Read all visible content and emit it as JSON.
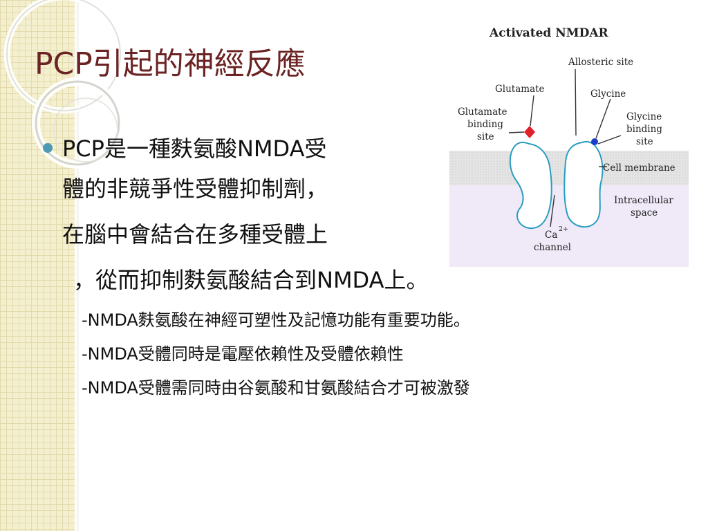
{
  "slide": {
    "title": "PCP引起的神經反應",
    "bullet": {
      "line1": "PCP是一種麩氨酸NMDA受",
      "line2": "體的非競爭性受體抑制劑，",
      "line3": "在腦中會結合在多種受體上",
      "line4": "，從而抑制麩氨酸結合到NMDA上。"
    },
    "sub_items": [
      "-NMDA麩氨酸在神經可塑性及記憶功能有重要功能。",
      "-NMDA受體同時是電壓依賴性及受體依賴性",
      "-NMDA受體需同時由谷氨酸和甘氨酸結合才可被激發"
    ]
  },
  "diagram": {
    "title": "Activated NMDAR",
    "labels": {
      "allosteric_site": "Allosteric site",
      "glutamate": "Glutamate",
      "glycine": "Glycine",
      "glutamate_binding_1": "Glutamate",
      "glutamate_binding_2": "binding",
      "glutamate_binding_3": "site",
      "glycine_binding_1": "Glycine",
      "glycine_binding_2": "binding",
      "glycine_binding_3": "site",
      "cell_membrane": "Cell membrane",
      "intracellular_1": "Intracellular",
      "intracellular_2": "space",
      "ca_channel_1": "Ca",
      "ca_superscript": "2+",
      "ca_channel_2": "channel"
    },
    "colors": {
      "membrane": "#e4e4e4",
      "intracellular": "#efe9f8",
      "receptor_fill": "#ffffff",
      "receptor_stroke": "#2a9cc0",
      "glutamate": "#e0202a",
      "glycine": "#1a3fc7"
    }
  },
  "theme": {
    "title_color": "#6b2323",
    "bullet_color": "#4e9ab5"
  }
}
